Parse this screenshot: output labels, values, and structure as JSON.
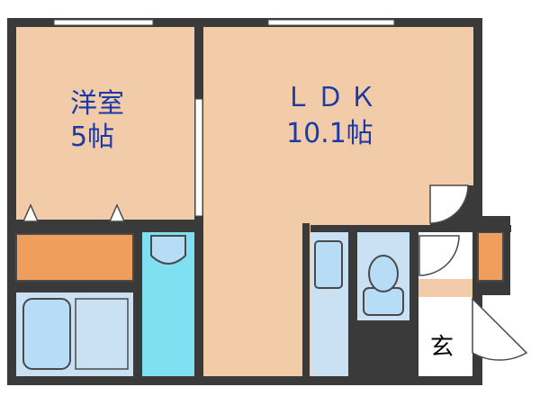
{
  "rooms": {
    "western_room": {
      "name": "洋室",
      "size": "5帖"
    },
    "ldk": {
      "name": "ＬＤＫ",
      "size": "10.1帖"
    },
    "entrance": {
      "name": "玄"
    }
  },
  "colors": {
    "wall": "#3a3a3a",
    "floor_wood": "#f2cba9",
    "closet": "#ef9f5b",
    "wet_area": "#c9e1f3",
    "toilet_room": "#7ee0f0",
    "fixture": "#b6dcf6",
    "outline": "#4a4a4a",
    "label": "#1a3aa8"
  }
}
